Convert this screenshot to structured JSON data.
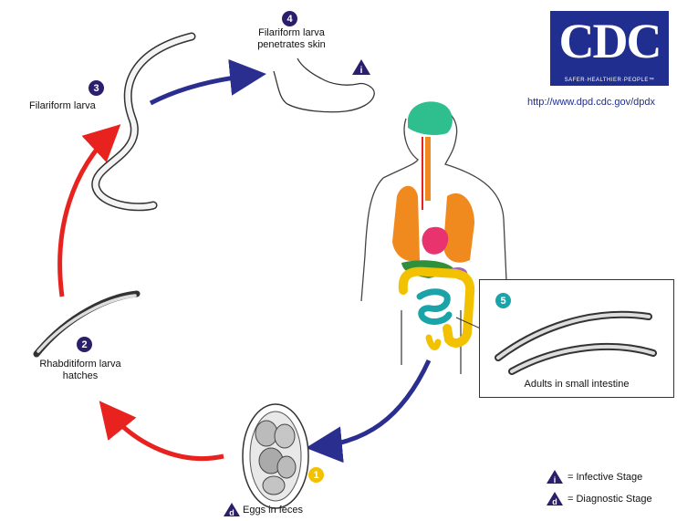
{
  "logo": {
    "text": "CDC",
    "tagline": "SAFER·HEALTHIER·PEOPLE™"
  },
  "url": "http://www.dpd.cdc.gov/dpdx",
  "stages": [
    {
      "number": "1",
      "label": "Eggs in feces",
      "color": "#f2c200",
      "marker": "d"
    },
    {
      "number": "2",
      "label_line1": "Rhabditiform larva",
      "label_line2": "hatches"
    },
    {
      "number": "3",
      "label": "Filariform larva"
    },
    {
      "number": "4",
      "label_line1": "Filariform larva",
      "label_line2": "penetrates skin",
      "marker": "i"
    },
    {
      "number": "5",
      "label": "Adults in small intestine",
      "color": "#1aa3a8"
    }
  ],
  "legend": {
    "infective_marker": "i",
    "infective": "= Infective Stage",
    "diagnostic_marker": "d",
    "diagnostic": "= Diagnostic Stage"
  },
  "colors": {
    "stage_circle": "#2b1f6b",
    "arrow_red": "#e8231f",
    "arrow_blue": "#2a2f8f",
    "logo_bg": "#1f2e8f"
  }
}
